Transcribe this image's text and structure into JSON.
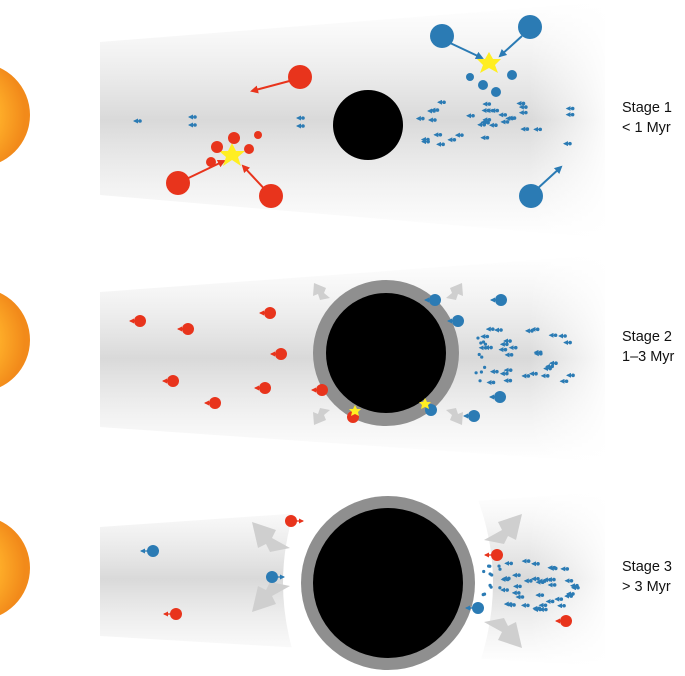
{
  "stages": [
    {
      "title": "Stage 1",
      "age": "< 1 Myr"
    },
    {
      "title": "Stage 2",
      "age": "1–3 Myr"
    },
    {
      "title": "Stage 3",
      "age": "> 3 Myr"
    }
  ],
  "colors": {
    "red": "#e8341c",
    "blue": "#2b7bb4",
    "planet": "#000000",
    "gap_ring": "#8a8a8a",
    "star_flash": "#ffee22",
    "disk": "#eeeeee",
    "inflow_arrow": "#cfcfcf"
  }
}
